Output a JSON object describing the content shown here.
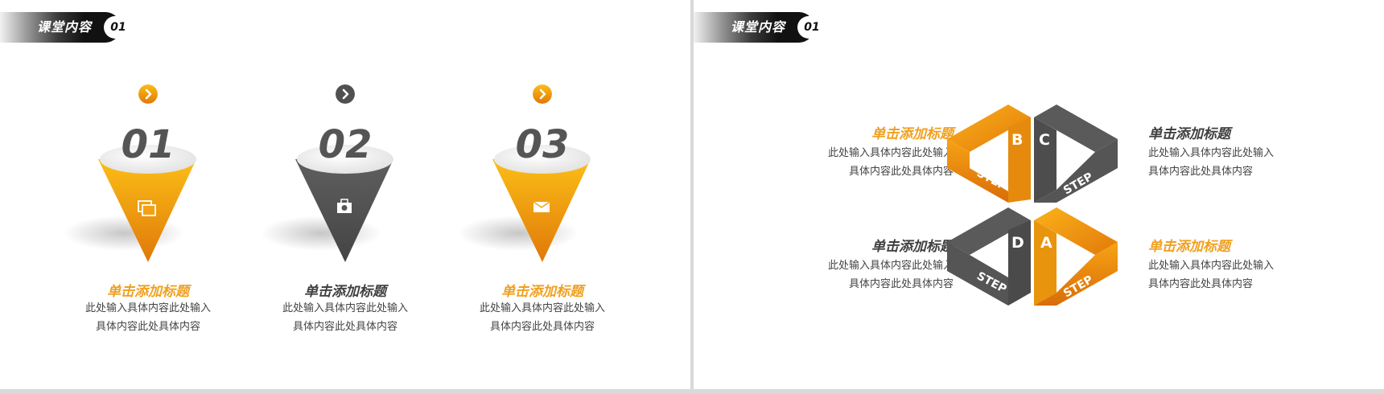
{
  "colors": {
    "orange": "#f0a020",
    "orange_dark": "#d9730a",
    "gray": "#595959",
    "gray_dark": "#4a4a4a",
    "title_dark": "#404040"
  },
  "left_slide": {
    "header": {
      "title": "课堂内容",
      "number": "01"
    },
    "cards": [
      {
        "number": "01",
        "icon": "photos-icon",
        "theme": "orange",
        "title": "单击添加标题",
        "desc": [
          "此处输入具体内容此处输入",
          "具体内容此处具体内容"
        ]
      },
      {
        "number": "02",
        "icon": "camera-icon",
        "theme": "gray",
        "title": "单击添加标题",
        "desc": [
          "此处输入具体内容此处输入",
          "具体内容此处具体内容"
        ]
      },
      {
        "number": "03",
        "icon": "envelope-icon",
        "theme": "orange",
        "title": "单击添加标题",
        "desc": [
          "此处输入具体内容此处输入",
          "具体内容此处具体内容"
        ]
      }
    ]
  },
  "right_slide": {
    "header": {
      "title": "课堂内容",
      "number": "01"
    },
    "cube": {
      "letters": {
        "a": "A",
        "b": "B",
        "c": "C",
        "d": "D"
      },
      "step_label": "STEP"
    },
    "blocks": {
      "top_left": {
        "title": "单击添加标题",
        "desc": [
          "此处输入具体内容此处输入",
          "具体内容此处具体内容"
        ],
        "theme": "orange"
      },
      "top_right": {
        "title": "单击添加标题",
        "desc": [
          "此处输入具体内容此处输入",
          "具体内容此处具体内容"
        ],
        "theme": "gray"
      },
      "bottom_left": {
        "title": "单击添加标题",
        "desc": [
          "此处输入具体内容此处输入",
          "具体内容此处具体内容"
        ],
        "theme": "gray"
      },
      "bottom_right": {
        "title": "单击添加标题",
        "desc": [
          "此处输入具体内容此处输入",
          "具体内容此处具体内容"
        ],
        "theme": "orange"
      }
    }
  }
}
